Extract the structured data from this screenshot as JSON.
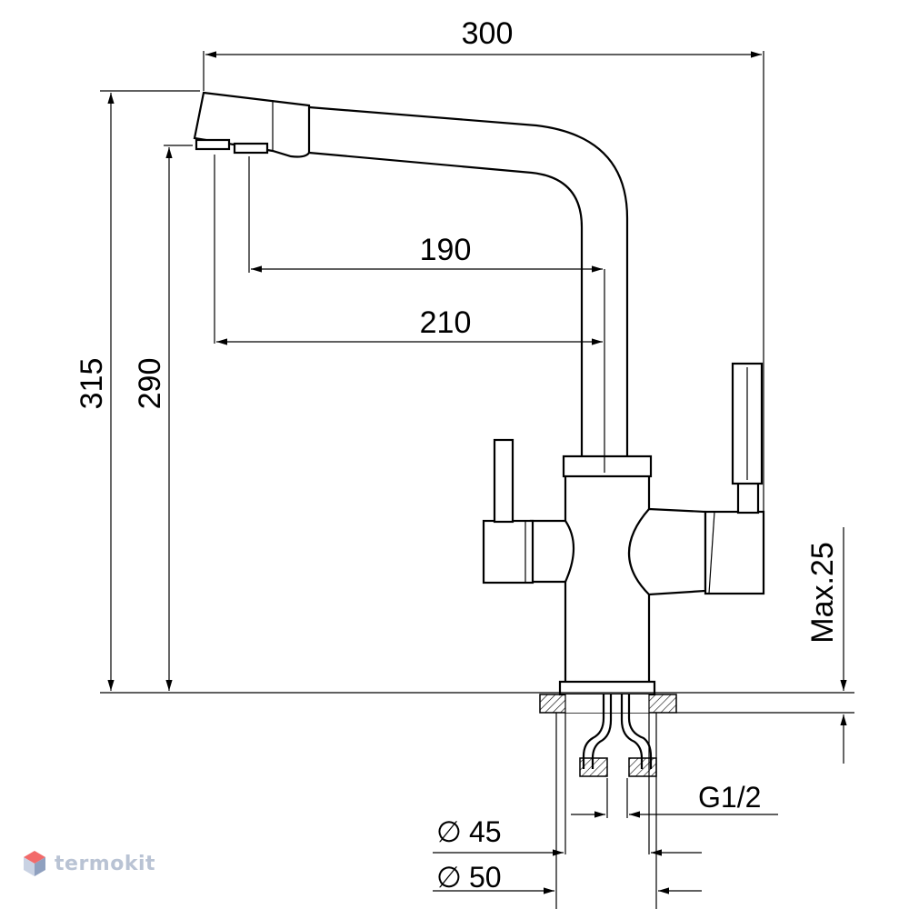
{
  "dimensions": {
    "total_length": "300",
    "reach_1": "190",
    "reach_2": "210",
    "total_height": "315",
    "spout_height": "290",
    "max_countertop": "Max.25",
    "thread": "G1/2",
    "dia_45": "45",
    "dia_50": "50",
    "diameter_symbol": "∅"
  },
  "brand": {
    "name": "termokit",
    "colors": {
      "top": "#f26a6a",
      "left": "#c9d2e3",
      "right": "#8fa0bf"
    }
  }
}
